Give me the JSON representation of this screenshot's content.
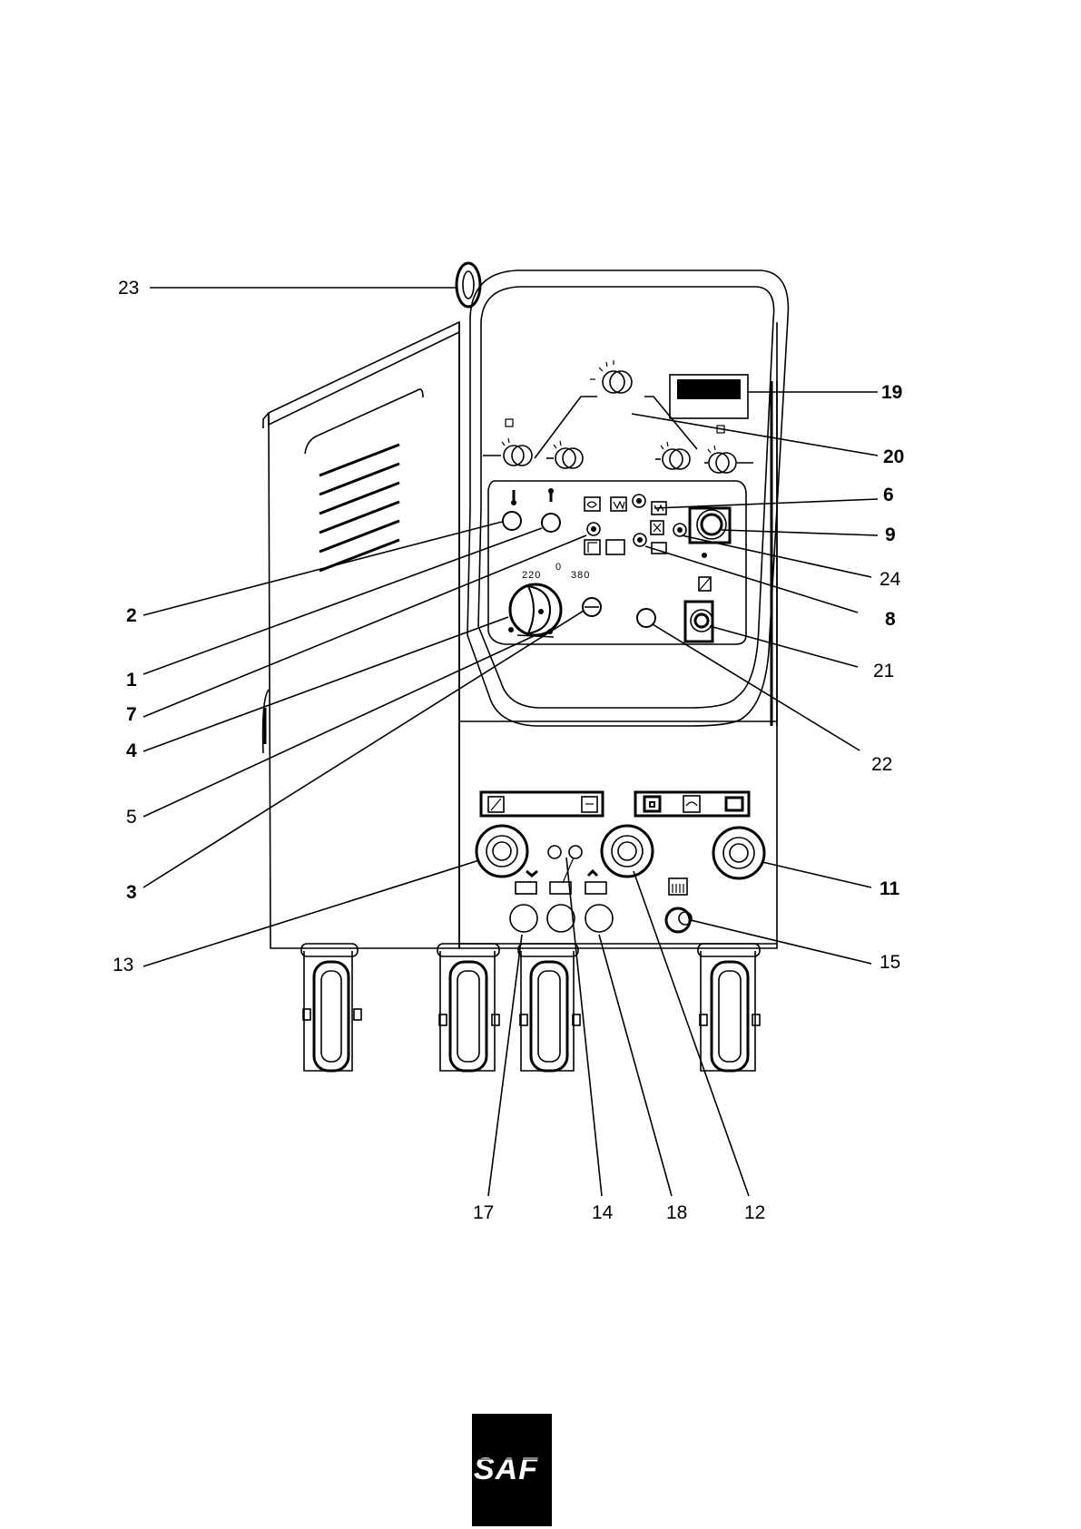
{
  "diagram": {
    "selector_labels": [
      "220",
      "0",
      "380"
    ],
    "callouts": [
      {
        "id": "c23",
        "text": "23"
      },
      {
        "id": "c19",
        "text": "19"
      },
      {
        "id": "c20",
        "text": "20"
      },
      {
        "id": "c6",
        "text": "6"
      },
      {
        "id": "c9",
        "text": "9"
      },
      {
        "id": "c24",
        "text": "24"
      },
      {
        "id": "c8",
        "text": "8"
      },
      {
        "id": "c21",
        "text": "21"
      },
      {
        "id": "c22",
        "text": "22"
      },
      {
        "id": "c11",
        "text": "11"
      },
      {
        "id": "c15",
        "text": "15"
      },
      {
        "id": "c2",
        "text": "2"
      },
      {
        "id": "c1",
        "text": "1"
      },
      {
        "id": "c7",
        "text": "7"
      },
      {
        "id": "c4",
        "text": "4"
      },
      {
        "id": "c5",
        "text": "5"
      },
      {
        "id": "c3",
        "text": "3"
      },
      {
        "id": "c13",
        "text": "13"
      },
      {
        "id": "c17",
        "text": "17"
      },
      {
        "id": "c14",
        "text": "14"
      },
      {
        "id": "c18",
        "text": "18"
      },
      {
        "id": "c12",
        "text": "12"
      }
    ]
  },
  "logo": {
    "text": "SAF",
    "background": "#000000",
    "color": "#ffffff"
  }
}
